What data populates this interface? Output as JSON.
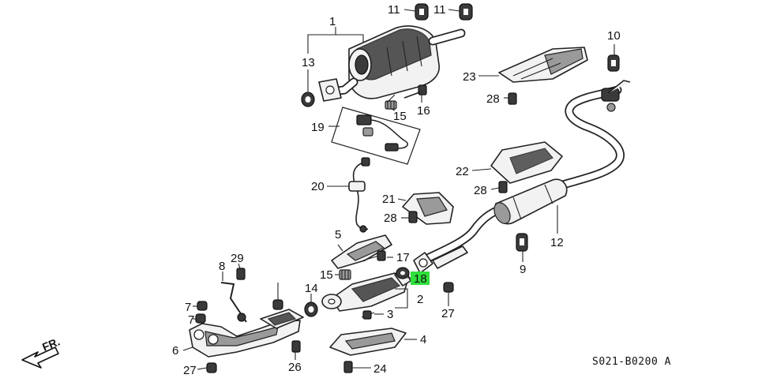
{
  "diagram": {
    "code": "S021-B0200 A",
    "direction_label": "FR.",
    "highlighted_callout": "18",
    "callouts": [
      {
        "id": "c1",
        "text": "1"
      },
      {
        "id": "c2",
        "text": "2"
      },
      {
        "id": "c3",
        "text": "3"
      },
      {
        "id": "c4",
        "text": "4"
      },
      {
        "id": "c5",
        "text": "5"
      },
      {
        "id": "c6",
        "text": "6"
      },
      {
        "id": "c7a",
        "text": "7"
      },
      {
        "id": "c7b",
        "text": "7"
      },
      {
        "id": "c8",
        "text": "8"
      },
      {
        "id": "c9",
        "text": "9"
      },
      {
        "id": "c10",
        "text": "10"
      },
      {
        "id": "c11a",
        "text": "11"
      },
      {
        "id": "c11b",
        "text": "11"
      },
      {
        "id": "c12",
        "text": "12"
      },
      {
        "id": "c13",
        "text": "13"
      },
      {
        "id": "c14",
        "text": "14"
      },
      {
        "id": "c15a",
        "text": "15"
      },
      {
        "id": "c15b",
        "text": "15"
      },
      {
        "id": "c16",
        "text": "16"
      },
      {
        "id": "c17",
        "text": "17"
      },
      {
        "id": "c18",
        "text": "18"
      },
      {
        "id": "c19",
        "text": "19"
      },
      {
        "id": "c20",
        "text": "20"
      },
      {
        "id": "c21",
        "text": "21"
      },
      {
        "id": "c22",
        "text": "22"
      },
      {
        "id": "c23",
        "text": "23"
      },
      {
        "id": "c24",
        "text": "24"
      },
      {
        "id": "c26",
        "text": "26"
      },
      {
        "id": "c27a",
        "text": "27"
      },
      {
        "id": "c27b",
        "text": "27"
      },
      {
        "id": "c28a",
        "text": "28"
      },
      {
        "id": "c28b",
        "text": "28"
      },
      {
        "id": "c28c",
        "text": "28"
      },
      {
        "id": "c29",
        "text": "29"
      }
    ],
    "colors": {
      "highlight": "#2ee03a",
      "line": "#222222",
      "background": "#ffffff"
    }
  }
}
